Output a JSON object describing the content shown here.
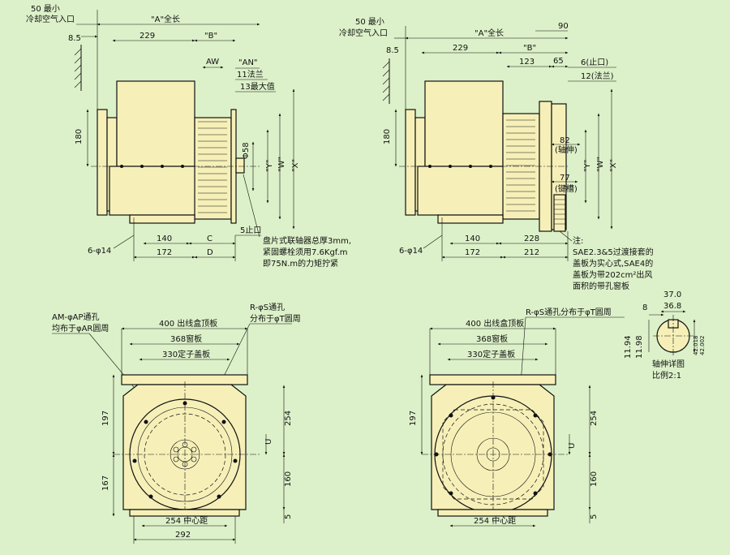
{
  "colors": {
    "background": "#dcf1c9",
    "body_fill": "#f6f0b8",
    "line": "#111111"
  },
  "top_left": {
    "cooling_min": "50 最小",
    "cooling_inlet": "冷却空气入口",
    "dim_8_5": "8.5",
    "total_length": "\"A\"全长",
    "dim_229": "229",
    "dim_B": "\"B\"",
    "dim_AW": "AW",
    "dim_AN": "\"AN\"",
    "flange_11": "11法兰",
    "max_13": "13最大值",
    "dim_180": "180",
    "phi58": "Φ58",
    "dim_Y": "\"Y\"",
    "dim_W": "\"W\"",
    "dim_X": "\"X\"",
    "spigot_5": "5止口",
    "holes": "6-φ14",
    "dim_140": "140",
    "dim_C": "C",
    "dim_172": "172",
    "dim_D": "D",
    "note_1": "盘片式联轴器总厚3mm,",
    "note_2": "紧固螺栓须用7.6Kgf.m",
    "note_3": "即75N.m的力矩拧紧"
  },
  "top_right": {
    "cooling_min": "50 最小",
    "cooling_inlet": "冷却空气入口",
    "dim_8_5": "8.5",
    "total_length": "\"A\"全长",
    "dim_229": "229",
    "dim_B": "\"B\"",
    "dim_90": "90",
    "dim_123": "123",
    "dim_65": "65",
    "spigot_6": "6(止口)",
    "flange_12": "12(法兰)",
    "dim_180": "180",
    "dim_82": "82",
    "shaft_ext": "(轴伸)",
    "dim_77": "77",
    "keyway": "(键槽)",
    "dim_Y": "\"Y\"",
    "dim_W": "\"W\"",
    "dim_X": "\"X\"",
    "holes": "6-φ14",
    "dim_140": "140",
    "dim_228": "228",
    "dim_172": "172",
    "dim_212": "212",
    "note_title": "注:",
    "note_1": "SAE2.3&5过渡接套的",
    "note_2": "盖板为实心式,SAE4的",
    "note_3": "盖板为带202cm²出风",
    "note_4": "面积的带孔窗板"
  },
  "bottom_left": {
    "am_holes_1": "AM-φAP通孔",
    "am_holes_2": "均布于φAR圆周",
    "rs_holes_1": "R-φS通孔",
    "rs_holes_2": "分布于φT圆周",
    "terminal_box_400": "400 出线盒顶板",
    "window_368": "368窗板",
    "stator_cover_330": "330定子盖板",
    "dim_197": "197",
    "dim_167": "167",
    "dim_254": "254",
    "dim_160": "160",
    "dim_5": "5",
    "dim_U": "U",
    "center_254": "254 中心距",
    "dim_292": "292"
  },
  "bottom_right": {
    "rs_holes": "R-φS通孔分布于φT圆周",
    "terminal_box_400": "400 出线盒顶板",
    "window_368": "368窗板",
    "stator_cover_330": "330定子盖板",
    "dim_197": "197",
    "dim_254": "254",
    "dim_160": "160",
    "dim_5": "5",
    "dim_U": "U",
    "center_254": "254 中心距"
  },
  "shaft_detail": {
    "dim_37_0": "37.0",
    "dim_36_8": "36.8",
    "dim_8": "8",
    "dim_11_94": "11.94",
    "dim_11_98": "11.98",
    "dia_42_018": "42.018",
    "dia_42_002": "42.002",
    "title": "轴伸详图",
    "scale": "比例2:1"
  }
}
